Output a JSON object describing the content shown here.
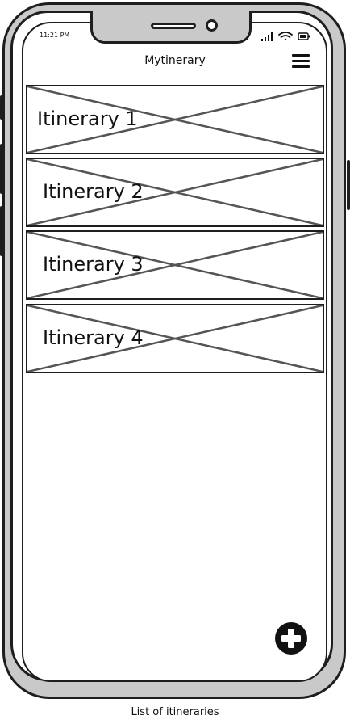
{
  "status": {
    "time": "11:21 PM"
  },
  "header": {
    "title": "Mytinerary"
  },
  "itineraries": [
    {
      "label": "Itinerary 1"
    },
    {
      "label": "Itinerary 2"
    },
    {
      "label": "Itinerary 3"
    },
    {
      "label": "Itinerary 4"
    }
  ],
  "caption": "List of itineraries",
  "icons": {
    "signal": "signal-icon",
    "wifi": "wifi-icon",
    "battery": "battery-icon",
    "menu": "hamburger-menu-icon",
    "add": "plus-circle-icon",
    "placeholder": "image-placeholder-icon"
  },
  "colors": {
    "outline": "#1e1e1e",
    "frame": "#c9c9c9",
    "placeholder_cross": "#555555"
  }
}
